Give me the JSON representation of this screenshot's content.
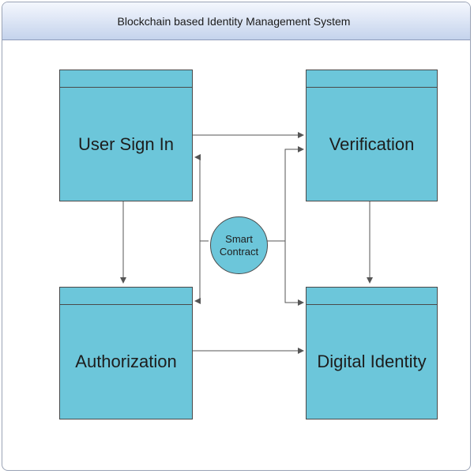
{
  "title": "Blockchain based Identity Management System",
  "boxes": {
    "user_sign_in": "User Sign In",
    "verification": "Verification",
    "authorization": "Authorization",
    "digital_identity": "Digital Identity"
  },
  "smart_contract": {
    "line1": "Smart",
    "line2": "Contract"
  },
  "colors": {
    "box_fill": "#6cc6da",
    "box_border": "#4a4a4a",
    "connector": "#555555",
    "title_bar": "#dfe7f6"
  },
  "connections": [
    {
      "from": "User Sign In",
      "to": "Verification"
    },
    {
      "from": "User Sign In",
      "to": "Authorization"
    },
    {
      "from": "Verification",
      "to": "Digital Identity"
    },
    {
      "from": "Authorization",
      "to": "Digital Identity"
    },
    {
      "from": "Smart Contract",
      "to": "User Sign In"
    },
    {
      "from": "Smart Contract",
      "to": "Authorization"
    },
    {
      "from": "Smart Contract",
      "to": "Verification"
    },
    {
      "from": "Smart Contract",
      "to": "Digital Identity"
    }
  ]
}
